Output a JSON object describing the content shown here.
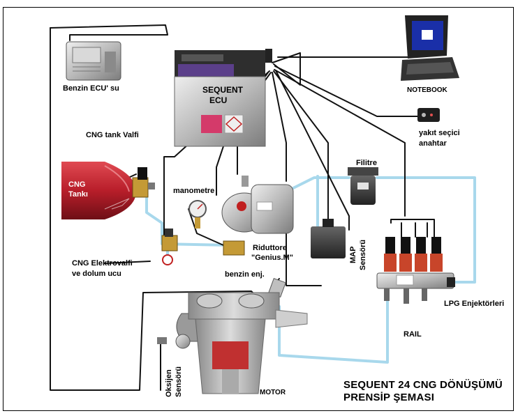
{
  "labels": {
    "benzin_ecu": "Benzin ECU' su",
    "sequent_ecu_line1": "SEQUENT",
    "sequent_ecu_line2": "ECU",
    "notebook": "NOTEBOOK",
    "fuel_switch_line1": "yakıt seçici",
    "fuel_switch_line2": "anahtar",
    "cng_tank_valve": "CNG tank Valfi",
    "cng_tank_line1": "CNG",
    "cng_tank_line2": "Tankı",
    "manometer": "manometre",
    "filter": "Filitre",
    "reducer_line1": "Riduttore",
    "reducer_line2": "\"Genius.M\"",
    "map_sensor_line1": "MAP",
    "map_sensor_line2": "Sensörü",
    "cng_solenoid_line1": "CNG Elektrovalfi",
    "cng_solenoid_line2": "ve dolum ucu",
    "petrol_injector": "benzin enj.",
    "lpg_injectors": "LPG Enjektörleri",
    "rail": "RAIL",
    "oxygen_sensor_line1": "Oksijen",
    "oxygen_sensor_line2": "Sensörü",
    "engine": "MOTOR",
    "title_line1": "SEQUENT 24 CNG DÖNÜŞÜMÜ",
    "title_line2": "PRENSİP ŞEMASI"
  },
  "colors": {
    "gas_line": "#a8d8ec",
    "wire": "#111111",
    "tank": "#b81e2a",
    "ecu_purple": "#5b3f8a",
    "injector_red": "#c8452a"
  },
  "icons": [
    "laptop-icon",
    "ecu-icon",
    "gas-cylinder-icon",
    "valve-icon",
    "pressure-gauge-icon",
    "pressure-reducer-icon",
    "filter-icon",
    "sensor-icon",
    "switch-icon",
    "injector-icon",
    "engine-icon"
  ]
}
